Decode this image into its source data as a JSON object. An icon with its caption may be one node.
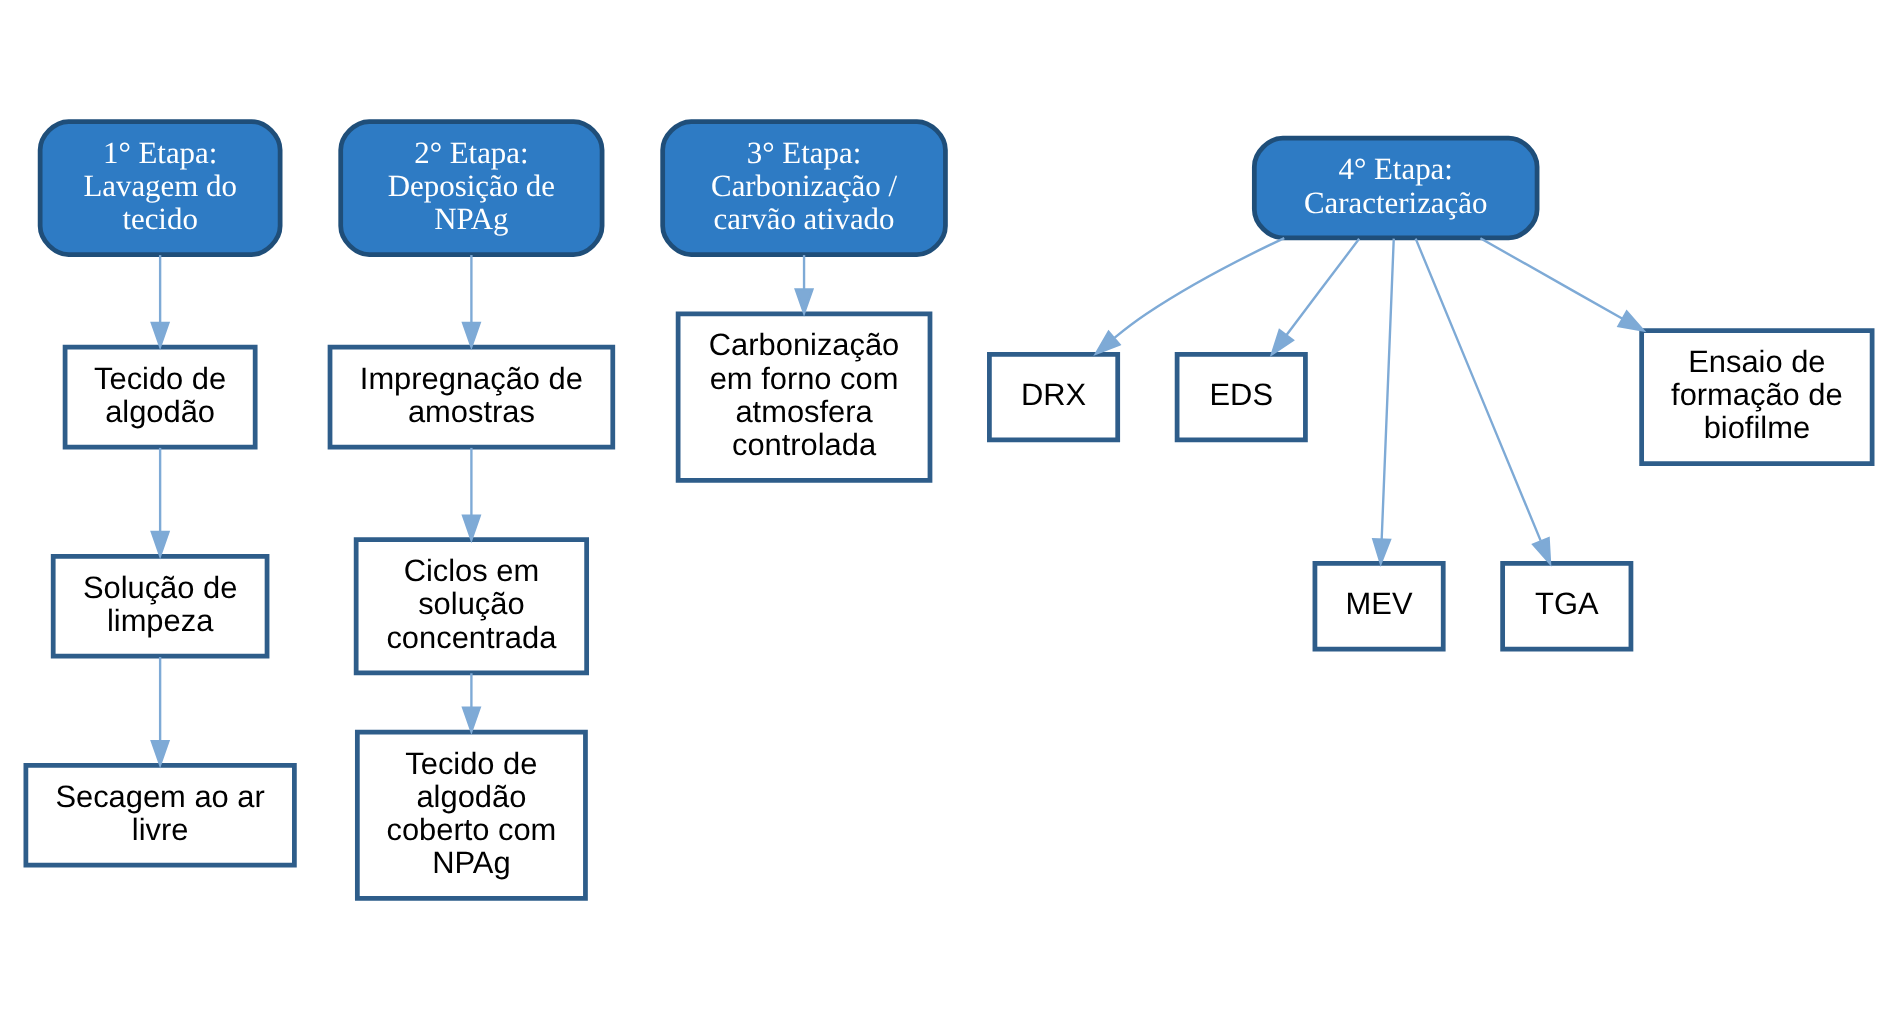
{
  "diagram": {
    "nodes": [
      {
        "text": [
          "1° Etapa: Lavagem do tecido"
        ]
      },
      {
        "text": [
          "Tecido de algodão"
        ]
      },
      {
        "text": [
          "Solução de limpeza"
        ]
      },
      {
        "text": [
          "Secagem ao ar livre"
        ]
      },
      {
        "text": [
          "2° Etapa: Deposição de NPAg"
        ]
      },
      {
        "text": [
          "Impregnação de amostras"
        ]
      },
      {
        "text": [
          "Ciclos em solução concentrada"
        ]
      },
      {
        "text": [
          "Tecido de algodão coberto com NPAg"
        ]
      },
      {
        "text": [
          "3° Etapa: Carbonização / carvão ativado"
        ]
      },
      {
        "text": [
          "Carbonização em forno com atmosfera controlada"
        ]
      },
      {
        "text": [
          "4° Etapa: Caracterização"
        ]
      },
      {
        "text": [
          "DRX"
        ]
      },
      {
        "text": [
          "EDS"
        ]
      },
      {
        "text": [
          "MEV"
        ]
      },
      {
        "text": [
          "TGA"
        ]
      },
      {
        "text": [
          "Ensaio de formação de biofilme"
        ]
      }
    ],
    "edges": [
      {
        "from": 0,
        "to": 1,
        "arrow": "to"
      },
      {
        "from": 1,
        "to": 2,
        "arrow": "to"
      },
      {
        "from": 2,
        "to": 3,
        "arrow": "to"
      },
      {
        "from": 4,
        "to": 5,
        "arrow": "to"
      },
      {
        "from": 5,
        "to": 6,
        "arrow": "to"
      },
      {
        "from": 6,
        "to": 7,
        "arrow": "to"
      },
      {
        "from": 8,
        "to": 9,
        "arrow": "to"
      },
      {
        "from": 10,
        "to": 11,
        "arrow": "to"
      },
      {
        "from": 10,
        "to": 14,
        "arrow": "to"
      },
      {
        "from": 10,
        "to": 13,
        "arrow": "to"
      },
      {
        "from": 10,
        "to": 15,
        "arrow": "to"
      },
      {
        "from": 10,
        "to": 12,
        "arrow": "to"
      }
    ]
  }
}
